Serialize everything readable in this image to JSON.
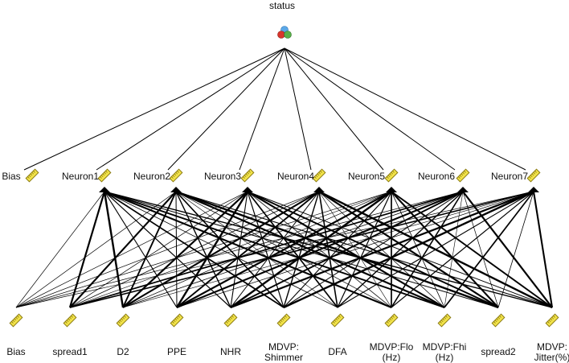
{
  "title": "status",
  "colors": {
    "edge": "#000000",
    "node_fill": "#f2e34a",
    "node_stroke": "#8a7a10",
    "output_red": "#d9352b",
    "output_green": "#58b048",
    "output_blue": "#5aa8e8"
  },
  "icons": {
    "node": "ruler-node-icon",
    "output": "tricolor-cluster-icon"
  },
  "hidden_layer": [
    {
      "label": "Bias"
    },
    {
      "label": "Neuron1"
    },
    {
      "label": "Neuron2"
    },
    {
      "label": "Neuron3"
    },
    {
      "label": "Neuron4"
    },
    {
      "label": "Neuron5"
    },
    {
      "label": "Neuron6"
    },
    {
      "label": "Neuron7"
    }
  ],
  "input_layer": [
    {
      "lines": [
        "Bias"
      ]
    },
    {
      "lines": [
        "spread1"
      ]
    },
    {
      "lines": [
        "D2"
      ]
    },
    {
      "lines": [
        "PPE"
      ]
    },
    {
      "lines": [
        "NHR"
      ]
    },
    {
      "lines": [
        "MDVP:",
        "Shimmer"
      ]
    },
    {
      "lines": [
        "DFA"
      ]
    },
    {
      "lines": [
        "MDVP:Flo",
        "(Hz)"
      ]
    },
    {
      "lines": [
        "MDVP:Fhi",
        "(Hz)"
      ]
    },
    {
      "lines": [
        "spread2"
      ]
    },
    {
      "lines": [
        "MDVP:",
        "Jitter(%)"
      ]
    }
  ]
}
